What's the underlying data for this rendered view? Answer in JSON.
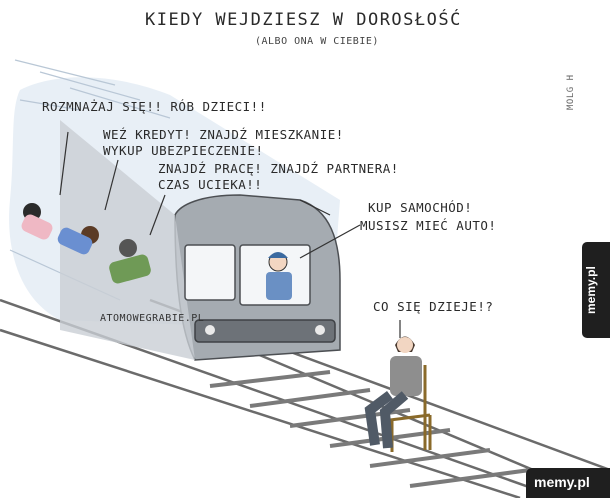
{
  "comic": {
    "title": "KIEDY WEJDZIESZ W DOROSŁOŚĆ",
    "subtitle": "(ALBO ONA W CIEBIE)",
    "speech": {
      "b1": "ROZMNAŻAJ SIĘ!! RÓB DZIECI!!",
      "b2_line1": "WEŹ KREDYT! ZNAJDŹ MIESZKANIE!",
      "b2_line2": "WYKUP UBEZPIECZENIE!",
      "b3_line1": "ZNAJDŹ PRACĘ! ZNAJDŹ PARTNERA!",
      "b3_line2": "CZAS UCIEKA!!",
      "b4_line1": "KUP SAMOCHÓD!",
      "b4_line2": "MUSISZ MIEĆ AUTO!",
      "b5": "CO SIĘ DZIEJE!?"
    },
    "site_label": "ATOMOWEGRABIE.PL",
    "signature": "MOLG H",
    "colors": {
      "train": "#9aa0a6",
      "train_dark": "#5d6166",
      "rail": "#6b6b6b",
      "sky_smear": "#d7e2ee"
    }
  },
  "watermark": {
    "side_text": "memy.pl",
    "corner_text": "memy.pl"
  }
}
